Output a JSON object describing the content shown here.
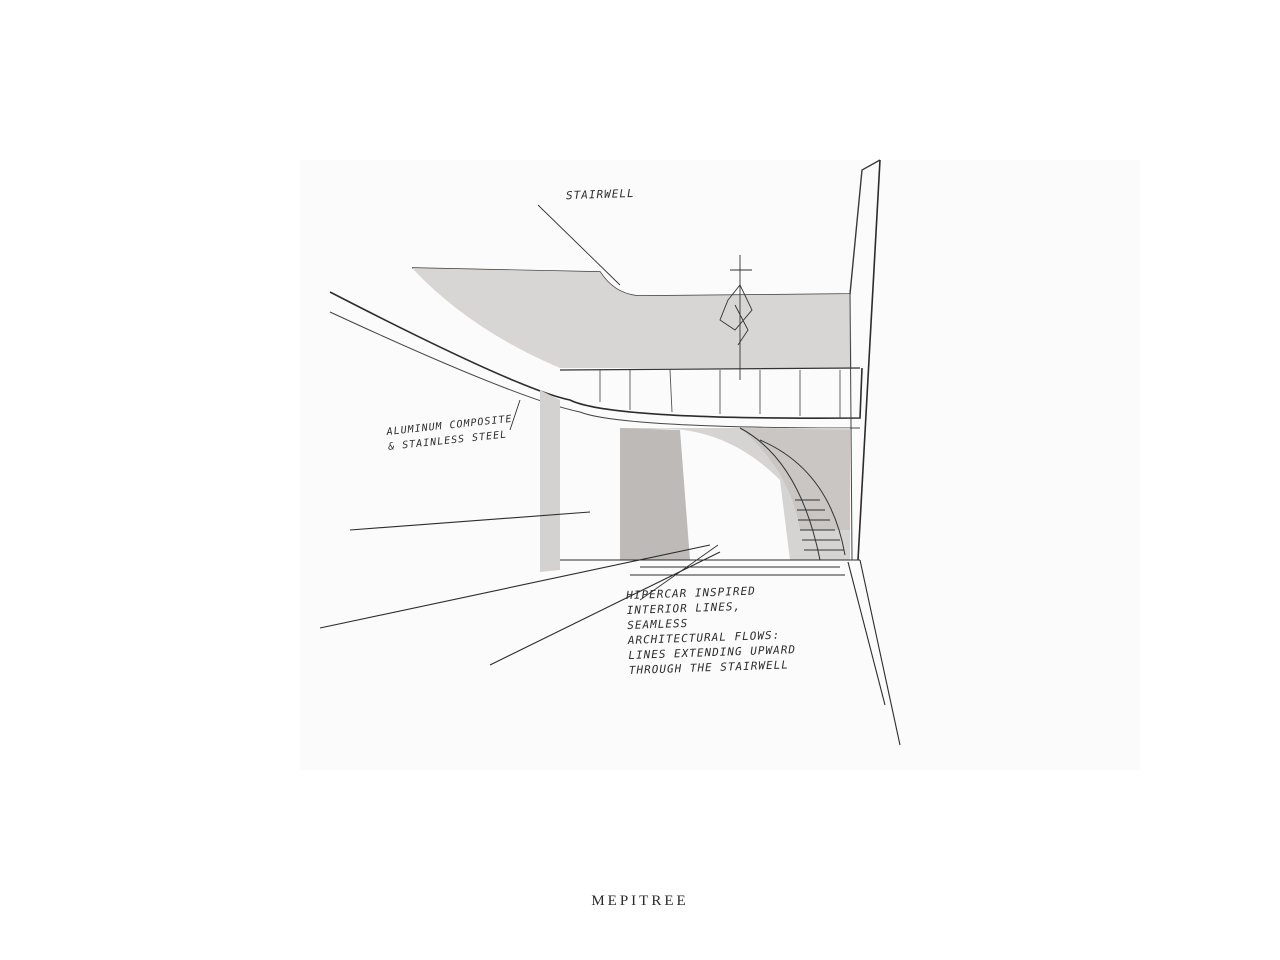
{
  "annotations": {
    "stairwell": "STAIRWELL",
    "material": [
      "ALUMINUM COMPOSITE",
      "& STAINLESS STEEL"
    ],
    "concept": [
      "HIPERCAR INSPIRED",
      "INTERIOR LINES,",
      "SEAMLESS",
      "ARCHITECTURAL FLOWS:",
      "LINES EXTENDING UPWARD",
      "THROUGH THE STAIRWELL"
    ]
  },
  "brand": {
    "logo": "MEPITREE"
  },
  "colors": {
    "ink": "#2c2c2c",
    "wall_tone": "#d6d4d2",
    "shadow_tone": "#bdbab7",
    "paper": "#ffffff"
  }
}
